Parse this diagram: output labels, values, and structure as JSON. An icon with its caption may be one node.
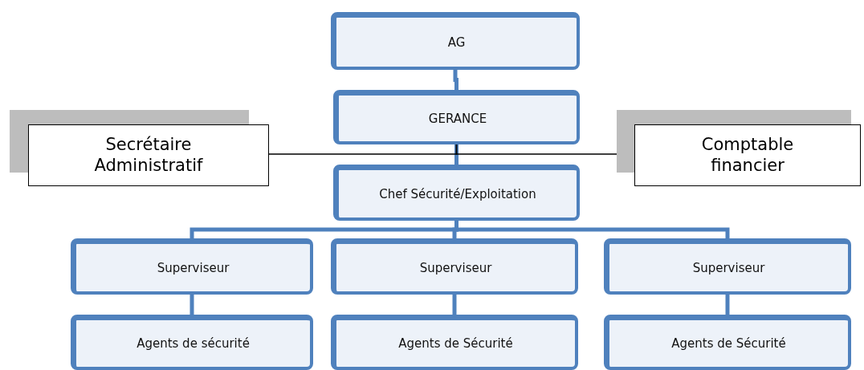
{
  "diagram": {
    "nodes": [
      {
        "text": [
          "AG"
        ]
      },
      {
        "text": [
          "GERANCE"
        ]
      },
      {
        "text": [
          "Secrétaire Administratif"
        ]
      },
      {
        "text": [
          "Comptable financier"
        ]
      },
      {
        "text": [
          "Chef Sécurité/Exploitation"
        ]
      },
      {
        "text": [
          "Superviseur"
        ]
      },
      {
        "text": [
          "Superviseur"
        ]
      },
      {
        "text": [
          "Superviseur"
        ]
      },
      {
        "text": [
          "Agents de sécurité"
        ]
      },
      {
        "text": [
          "Agents de Sécurité"
        ]
      },
      {
        "text": [
          "Agents de Sécurité"
        ]
      }
    ],
    "edges": [
      {
        "from": 0,
        "to": 1,
        "arrow": "none"
      },
      {
        "from": 1,
        "to": 4,
        "arrow": "none"
      },
      {
        "from": 1,
        "to": 2,
        "arrow": "none",
        "color": "#000000"
      },
      {
        "from": 1,
        "to": 3,
        "arrow": "none",
        "color": "#000000"
      },
      {
        "from": 4,
        "to": 5,
        "arrow": "none"
      },
      {
        "from": 4,
        "to": 6,
        "arrow": "none"
      },
      {
        "from": 4,
        "to": 7,
        "arrow": "none"
      },
      {
        "from": 5,
        "to": 8,
        "arrow": "none"
      },
      {
        "from": 6,
        "to": 9,
        "arrow": "none"
      },
      {
        "from": 7,
        "to": 10,
        "arrow": "none"
      }
    ]
  }
}
